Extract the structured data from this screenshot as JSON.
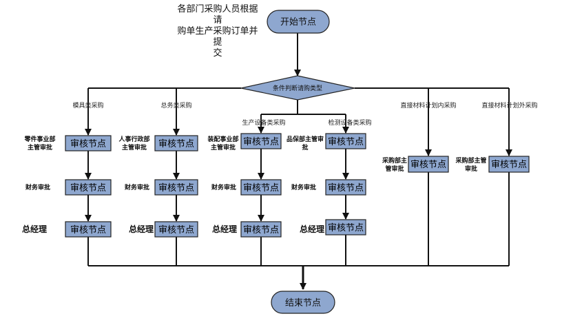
{
  "note": {
    "line1": "各部门采购人员根据请",
    "line2": "购单生产采购订单并提",
    "line3": "交"
  },
  "start_label": "开始节点",
  "end_label": "结束节点",
  "decision_label": "条件判断请购类型",
  "review_label": "审核节点",
  "branches": [
    {
      "label": "模具类采购",
      "approver": "零件事业部主管审批",
      "finance": "财务审批",
      "gm": "总经理"
    },
    {
      "label": "总务类采购",
      "approver": "人事行政部主管审批",
      "finance": "财务审批",
      "gm": "总经理"
    },
    {
      "label": "生产设备类采购",
      "approver": "装配事业部主管审批",
      "finance": "财务审批",
      "gm": "总经理"
    },
    {
      "label": "检测设备类采购",
      "approver": "品保部主管审批",
      "finance": "财务审批",
      "gm": "总经理"
    },
    {
      "label": "直接材料计划内采购",
      "approver": "采购部主管审批"
    },
    {
      "label": "直接材料计划外采购",
      "approver": "采购部主管审批"
    }
  ],
  "colors": {
    "node_fill": "#8EA7CF",
    "node_stroke": "#222222",
    "line": "#111111"
  }
}
